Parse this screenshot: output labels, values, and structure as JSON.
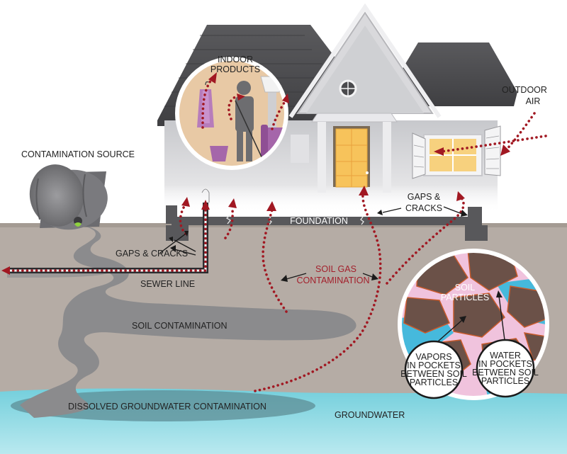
{
  "labels": {
    "indoor_products_line1": "INDOOR",
    "indoor_products_line2": "PRODUCTS",
    "outdoor_air_line1": "OUTDOOR",
    "outdoor_air_line2": "AIR",
    "contamination_source": "CONTAMINATION SOURCE",
    "gaps_cracks_right_line1": "GAPS &",
    "gaps_cracks_right_line2": "CRACKS",
    "foundation": "FOUNDATION",
    "gaps_cracks_left": "GAPS & CRACKS",
    "sewer_line": "SEWER LINE",
    "soil_gas_line1": "SOIL GAS",
    "soil_gas_line2": "CONTAMINATION",
    "soil_contamination": "SOIL CONTAMINATION",
    "soil_particles_line1": "SOIL",
    "soil_particles_line2": "PARTICLES",
    "vapors_line1": "VAPORS",
    "vapors_line2": "IN POCKETS",
    "vapors_line3": "BETWEEN SOIL",
    "vapors_line4": "PARTICLES",
    "water_line1": "WATER",
    "water_line2": "IN POCKETS",
    "water_line3": "BETWEEN SOIL",
    "water_line4": "PARTICLES",
    "dissolved_groundwater": "DISSOLVED GROUNDWATER CONTAMINATION",
    "groundwater": "GROUNDWATER"
  },
  "colors": {
    "vapor_dots": "#a11822",
    "soil": "#b6ada6",
    "contamination_plume": "#8d8d8d",
    "groundwater": "#7fd3de",
    "house_wall": "#d3d4d8",
    "roof": "#4b4b4e",
    "indoor_bubble": "#e8c9a5",
    "highlight_text": "#a31f2b"
  }
}
